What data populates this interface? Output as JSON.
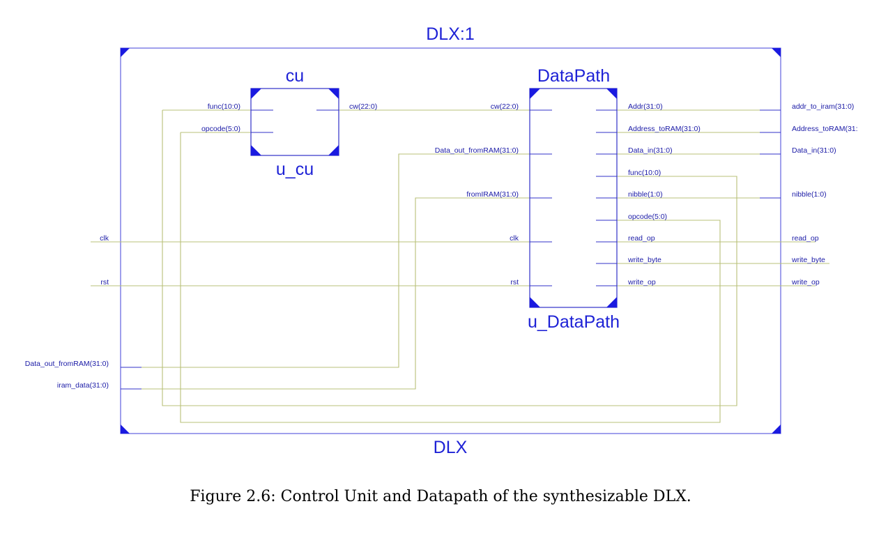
{
  "diagram": {
    "top_title": "DLX:1",
    "bottom_title": "DLX",
    "cu": {
      "title": "cu",
      "instance": "u_cu",
      "inputs": [
        "func(10:0)",
        "opcode(5:0)"
      ],
      "outputs": [
        "cw(22:0)"
      ]
    },
    "datapath": {
      "title": "DataPath",
      "instance": "u_DataPath",
      "inputs": [
        "cw(22:0)",
        "Data_out_fromRAM(31:0)",
        "fromIRAM(31:0)",
        "clk",
        "rst"
      ],
      "outputs": [
        "Addr(31:0)",
        "Address_toRAM(31:0)",
        "Data_in(31:0)",
        "func(10:0)",
        "nibble(1:0)",
        "opcode(5:0)",
        "read_op",
        "write_byte",
        "write_op"
      ]
    },
    "top_inputs": [
      "clk",
      "rst",
      "Data_out_fromRAM(31:0)",
      "iram_data(31:0)"
    ],
    "top_outputs": [
      "addr_to_iram(31:0)",
      "Address_toRAM(31:",
      "Data_in(31:0)",
      "nibble(1:0)",
      "read_op",
      "write_byte",
      "write_op"
    ]
  },
  "caption": "Figure 2.6: Control Unit and Datapath of the synthesizable DLX."
}
